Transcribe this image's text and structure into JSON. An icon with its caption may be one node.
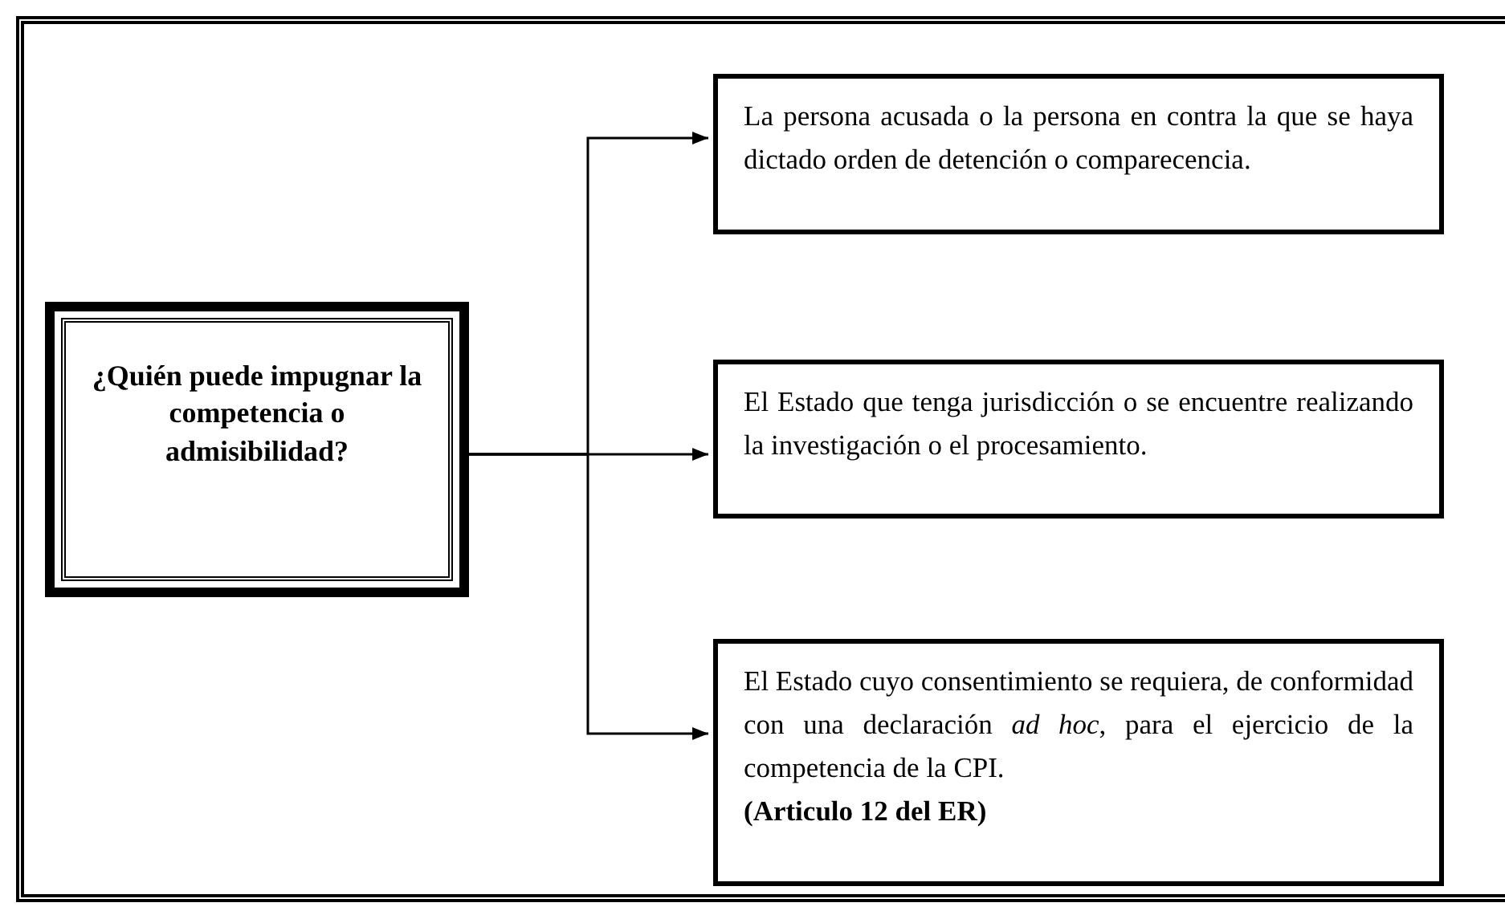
{
  "diagram": {
    "nodes": [
      {
        "text": [
          "¿Quién puede impugnar la competencia o admisibilidad?"
        ]
      },
      {
        "text": [
          "La persona acusada o la persona en contra la que se haya dictado orden de detención o comparecencia."
        ]
      },
      {
        "text": [
          "El Estado que tenga jurisdicción o se encuentre realizando la investigación o el procesamiento."
        ]
      },
      {
        "text": [
          "El Estado cuyo consentimiento se requiera, de conformidad con una declaración *ad hoc*, para el ejercicio de la competencia de la CPI.",
          "(Articulo 12 del ER)"
        ]
      }
    ],
    "edges": [
      {
        "from": 0,
        "to": 1,
        "arrow": "to"
      },
      {
        "from": 0,
        "to": 2,
        "arrow": "to"
      },
      {
        "from": 0,
        "to": 3,
        "arrow": "to"
      }
    ]
  }
}
